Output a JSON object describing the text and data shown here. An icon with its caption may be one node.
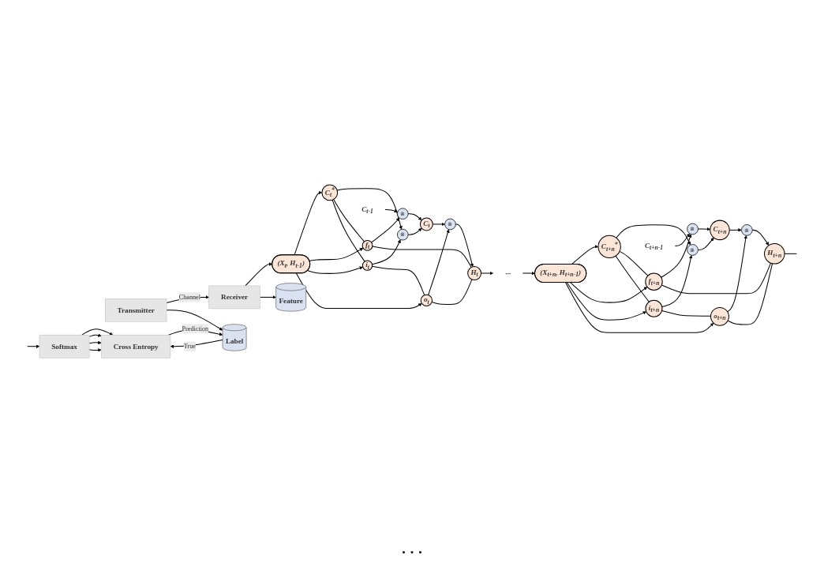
{
  "diagram": {
    "nodes": [
      {
        "text": [
          "(X$_{t}$, H$_{t-1}$)"
        ]
      },
      {
        "text": [
          "C$_{t}$$^{*}$"
        ]
      },
      {
        "text": [
          "⊗"
        ]
      },
      {
        "text": [
          "C$_{t}$"
        ]
      },
      {
        "text": [
          "⊗"
        ]
      },
      {
        "text": [
          "H$_{t}$"
        ]
      },
      {
        "text": [
          "f$_{t}$"
        ]
      },
      {
        "text": [
          "C$_{t-1}$"
        ]
      },
      {
        "text": [
          "⊗"
        ]
      },
      {
        "text": [
          "i$_{t}$"
        ]
      },
      {
        "text": [
          "o$_{t}$"
        ]
      },
      {
        "text": [
          "···"
        ]
      },
      {
        "text": [
          "(X$_{t+n}$, H$_{t+n-1}$)"
        ]
      },
      {
        "text": [
          "C$_{t+n}$$^{*}$"
        ]
      },
      {
        "text": [
          "⊗"
        ]
      },
      {
        "text": [
          "C$_{t+n}$"
        ]
      },
      {
        "text": [
          "⊗"
        ]
      },
      {
        "text": [
          "H$_{t+n}$"
        ]
      },
      {
        "text": [
          "f$_{t+n}$"
        ]
      },
      {
        "text": [
          "C$_{t+n-1}$"
        ]
      },
      {
        "text": [
          "⊗"
        ]
      },
      {
        "text": [
          "i$_{t+n}$"
        ]
      },
      {
        "text": [
          "o$_{t+n}$"
        ]
      },
      {
        "text": [
          "Receiver"
        ]
      },
      {
        "text": [
          "Feature"
        ]
      },
      {
        "text": [
          "Softmax"
        ]
      },
      {
        "text": [
          "Transmitter"
        ]
      },
      {
        "text": [
          "Label"
        ]
      },
      {
        "text": [
          "Cross Entropy"
        ]
      }
    ],
    "edges": [
      {
        "from": 0,
        "to": 1,
        "arrow": "to"
      },
      {
        "from": 1,
        "to": 2,
        "arrow": "to"
      },
      {
        "from": 2,
        "to": 3,
        "arrow": "to"
      },
      {
        "from": 3,
        "to": 4,
        "arrow": "to"
      },
      {
        "from": 4,
        "to": 5,
        "arrow": "to"
      },
      {
        "from": 0,
        "to": 6,
        "arrow": "to"
      },
      {
        "from": 6,
        "to": 8,
        "arrow": "to"
      },
      {
        "from": 7,
        "to": 8,
        "arrow": "to"
      },
      {
        "from": 8,
        "to": 3,
        "arrow": "to"
      },
      {
        "from": 0,
        "to": 9,
        "arrow": "to"
      },
      {
        "from": 0,
        "to": 10,
        "arrow": "to"
      },
      {
        "from": 9,
        "to": 2,
        "arrow": "to"
      },
      {
        "from": 10,
        "to": 4,
        "arrow": "to"
      },
      {
        "from": 1,
        "to": 6,
        "arrow": "none"
      },
      {
        "from": 6,
        "to": 5,
        "arrow": "none"
      },
      {
        "from": 1,
        "to": 9,
        "arrow": "none"
      },
      {
        "from": 9,
        "to": 10,
        "arrow": "none"
      },
      {
        "from": 10,
        "to": 5,
        "arrow": "none"
      },
      {
        "from": 5,
        "to": 11,
        "arrow": "to"
      },
      {
        "from": 11,
        "to": 12,
        "arrow": "to"
      },
      {
        "from": 12,
        "to": 13,
        "arrow": "to"
      },
      {
        "from": 13,
        "to": 14,
        "arrow": "to"
      },
      {
        "from": 14,
        "to": 15,
        "arrow": "to"
      },
      {
        "from": 15,
        "to": 16,
        "arrow": "to"
      },
      {
        "from": 16,
        "to": 17,
        "arrow": "to"
      },
      {
        "from": 12,
        "to": 18,
        "arrow": "to"
      },
      {
        "from": 18,
        "to": 20,
        "arrow": "to"
      },
      {
        "from": 19,
        "to": 20,
        "arrow": "to"
      },
      {
        "from": 20,
        "to": 15,
        "arrow": "to"
      },
      {
        "from": 12,
        "to": 21,
        "arrow": "to"
      },
      {
        "from": 12,
        "to": 22,
        "arrow": "to"
      },
      {
        "from": 21,
        "to": 14,
        "arrow": "to"
      },
      {
        "from": 22,
        "to": 16,
        "arrow": "to"
      },
      {
        "from": 13,
        "to": 18,
        "arrow": "none"
      },
      {
        "from": 18,
        "to": 17,
        "arrow": "none"
      },
      {
        "from": 13,
        "to": 21,
        "arrow": "none"
      },
      {
        "from": 21,
        "to": 22,
        "arrow": "none"
      },
      {
        "from": 22,
        "to": 17,
        "arrow": "none"
      },
      {
        "from": 17,
        "to": null,
        "arrow": "none"
      },
      {
        "from": null,
        "to": 25,
        "arrow": "to"
      },
      {
        "from": 23,
        "to": 0,
        "arrow": "to"
      },
      {
        "from": 23,
        "to": 24,
        "arrow": "to"
      },
      {
        "from": 26,
        "to": 23,
        "arrow": "to",
        "label": "Channel"
      },
      {
        "from": 26,
        "to": 27,
        "arrow": "to"
      },
      {
        "from": 27,
        "to": 28,
        "arrow": "to",
        "label": "True"
      },
      {
        "from": 28,
        "to": 27,
        "arrow": "to",
        "label": "Prediction"
      },
      {
        "from": 25,
        "to": 28,
        "arrow": "to"
      },
      {
        "from": 25,
        "to": 28,
        "arrow": "to"
      },
      {
        "from": 25,
        "to": 28,
        "arrow": "to"
      },
      {
        "from": 25,
        "to": 28,
        "arrow": "to"
      }
    ],
    "labels": [
      "· · ·"
    ]
  }
}
